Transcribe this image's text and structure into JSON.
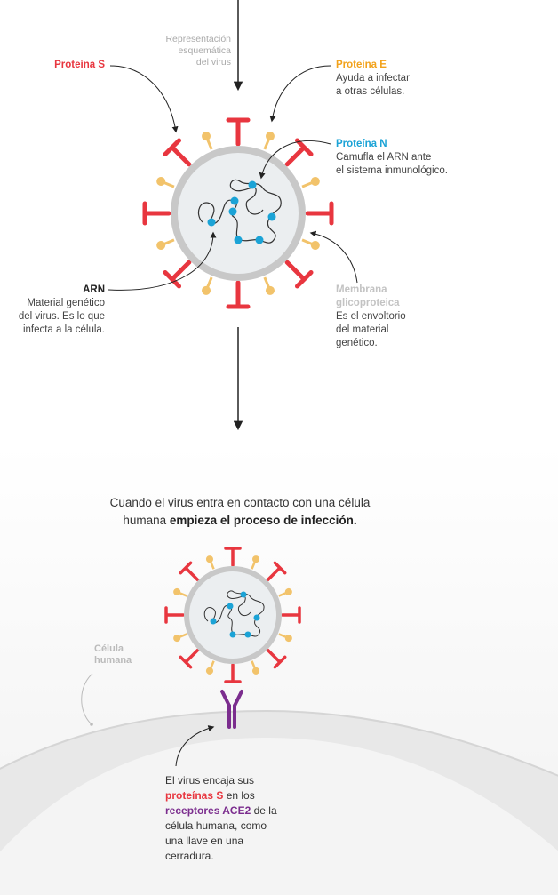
{
  "top_caption": [
    "Representación",
    "esquemática",
    "del virus"
  ],
  "proteina_s": {
    "title": "Proteína S"
  },
  "proteina_e": {
    "title": "Proteína E",
    "desc": [
      "Ayuda a infectar",
      "a otras células."
    ]
  },
  "proteina_n": {
    "title": "Proteína N",
    "desc": [
      "Camufla el ARN ante",
      "el sistema inmunológico."
    ]
  },
  "arn": {
    "title": "ARN",
    "desc": [
      "Material genético",
      "del virus. Es lo que",
      "infecta a la célula."
    ]
  },
  "membrana": {
    "title": [
      "Membrana",
      "glicoproteica"
    ],
    "desc": [
      "Es el envoltorio",
      "del material",
      "genético."
    ]
  },
  "intro": {
    "line1": "Cuando el virus entra en contacto con una célula",
    "line2_plain": "humana ",
    "line2_bold": "empieza el proceso de infección."
  },
  "celula": {
    "label": [
      "Célula",
      "humana"
    ]
  },
  "bottom": {
    "l1": "El virus encaja sus",
    "l2_red": "proteínas S",
    "l2_rest": " en los",
    "l3_purple": "receptores ACE2",
    "l3_rest": " de la",
    "l4": "célula humana, como",
    "l5": "una llave en una",
    "l6": "cerradura."
  },
  "colors": {
    "spike": "#e8363f",
    "e_protein": "#f2c36b",
    "n_protein": "#1ba3d6",
    "membrane": "#c8c8c8",
    "receptor": "#7b2d8e",
    "cell": "#e9e9e9"
  }
}
